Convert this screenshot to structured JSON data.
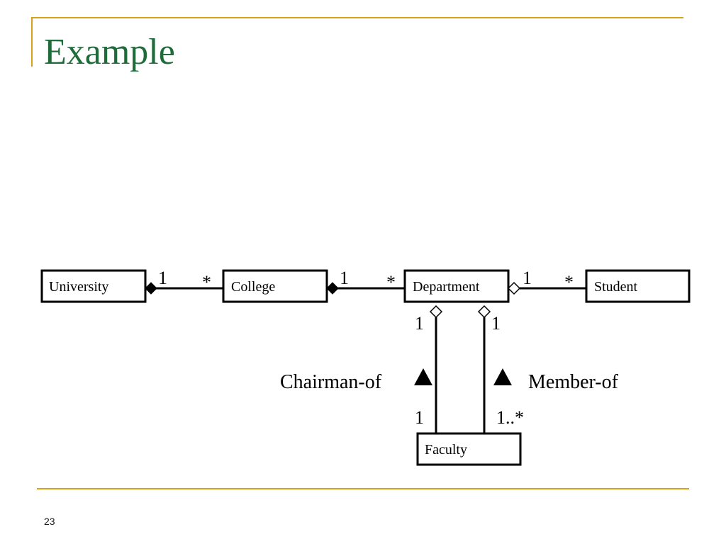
{
  "slide": {
    "title": "Example",
    "page_number": "23"
  },
  "colors": {
    "rule": "#d9a21b",
    "title": "#1f6b3a",
    "line": "#000000"
  },
  "classes": {
    "university": "University",
    "college": "College",
    "department": "Department",
    "student": "Student",
    "faculty": "Faculty"
  },
  "associations": [
    {
      "from": "University",
      "to": "College",
      "kind": "composition",
      "from_mult": "1",
      "to_mult": "*"
    },
    {
      "from": "College",
      "to": "Department",
      "kind": "composition",
      "from_mult": "1",
      "to_mult": "*"
    },
    {
      "from": "Department",
      "to": "Student",
      "kind": "aggregation",
      "from_mult": "1",
      "to_mult": "*"
    },
    {
      "from": "Department",
      "to": "Faculty",
      "kind": "aggregation",
      "name": "Chairman-of",
      "from_mult": "1",
      "to_mult": "1"
    },
    {
      "from": "Department",
      "to": "Faculty",
      "kind": "aggregation",
      "name": "Member-of",
      "from_mult": "1",
      "to_mult": "1..*"
    }
  ]
}
